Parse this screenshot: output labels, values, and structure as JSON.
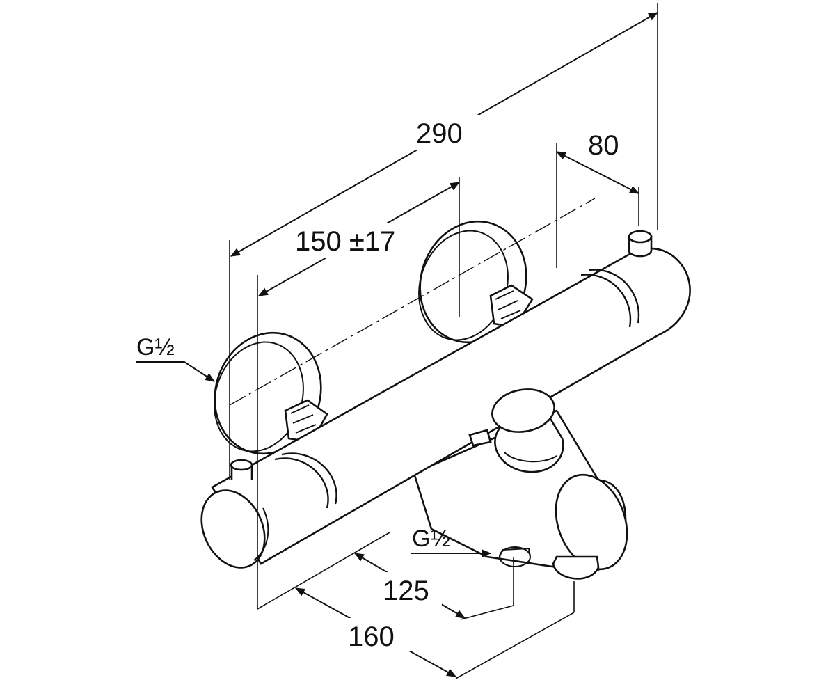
{
  "drawing": {
    "dimensions": {
      "overall_length": "290",
      "inlet_spacing": "150 ±17",
      "inlet_to_end": "80",
      "spout_offset_inner": "125",
      "spout_offset_outer": "160"
    },
    "threads": {
      "inlet_thread": "G½",
      "outlet_thread": "G½"
    }
  }
}
